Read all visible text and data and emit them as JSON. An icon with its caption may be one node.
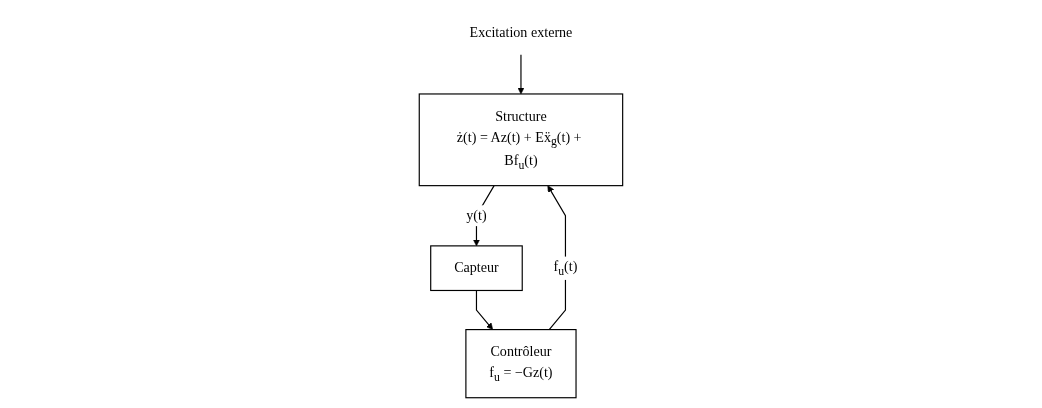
{
  "diagram": {
    "nodes": [
      {
        "text": [
          "Structure",
          "ż(t) = Az(t) + Eẍ$_{g}$(t) + Bf$_{u}$(t)"
        ]
      },
      {
        "text": [
          "Capteur"
        ]
      },
      {
        "text": [
          "Contrôleur",
          "f$_{u}$ = −Gz(t)"
        ]
      },
      {
        "text": [
          "Excitation externe"
        ]
      }
    ],
    "edges": [
      {
        "from": 3,
        "to": 0,
        "arrow": "to"
      },
      {
        "from": 0,
        "to": 1,
        "arrow": "to",
        "label": "y(t)"
      },
      {
        "from": 1,
        "to": 2,
        "arrow": "to"
      },
      {
        "from": 2,
        "to": 0,
        "arrow": "to",
        "label": "f$_{u}$(t)"
      }
    ]
  }
}
